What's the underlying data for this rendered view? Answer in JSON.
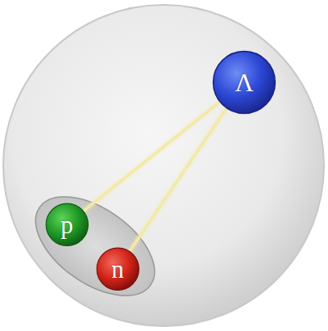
{
  "diagram": {
    "nodes": [
      {
        "text": [
          "Λ"
        ]
      },
      {
        "text": [
          "p"
        ]
      },
      {
        "text": [
          "n"
        ]
      }
    ],
    "edges": [
      {
        "from": 0,
        "to": 1,
        "arrow": "none"
      },
      {
        "from": 0,
        "to": 2,
        "arrow": "none"
      }
    ]
  }
}
